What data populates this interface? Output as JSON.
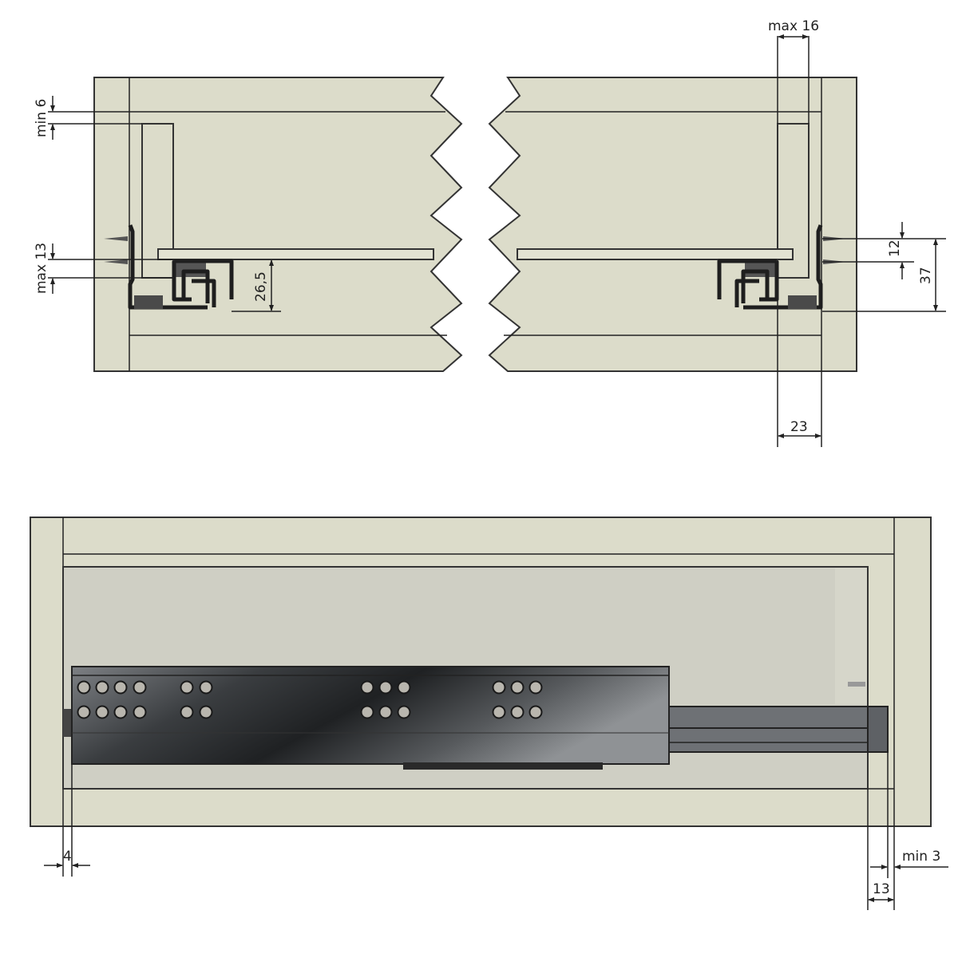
{
  "colors": {
    "board": "#dcdcca",
    "drawer_back": "#cfcfc4",
    "runner_dark": "#2a2c2e",
    "runner_light": "#8a8d90",
    "line": "#222222"
  },
  "top_view": {
    "left": {
      "dim_min_top_gap": "min 6",
      "dim_max_bottom_gap": "max 13",
      "dim_runner_height": "26,5"
    },
    "right": {
      "dim_max_side": "max 16",
      "dim_screw_spacing": "12",
      "dim_screw_height": "37",
      "dim_runner_width": "23"
    }
  },
  "side_view": {
    "dim_front_offset": "4",
    "dim_rear_gap": "min 3",
    "dim_rear_offset": "13"
  }
}
